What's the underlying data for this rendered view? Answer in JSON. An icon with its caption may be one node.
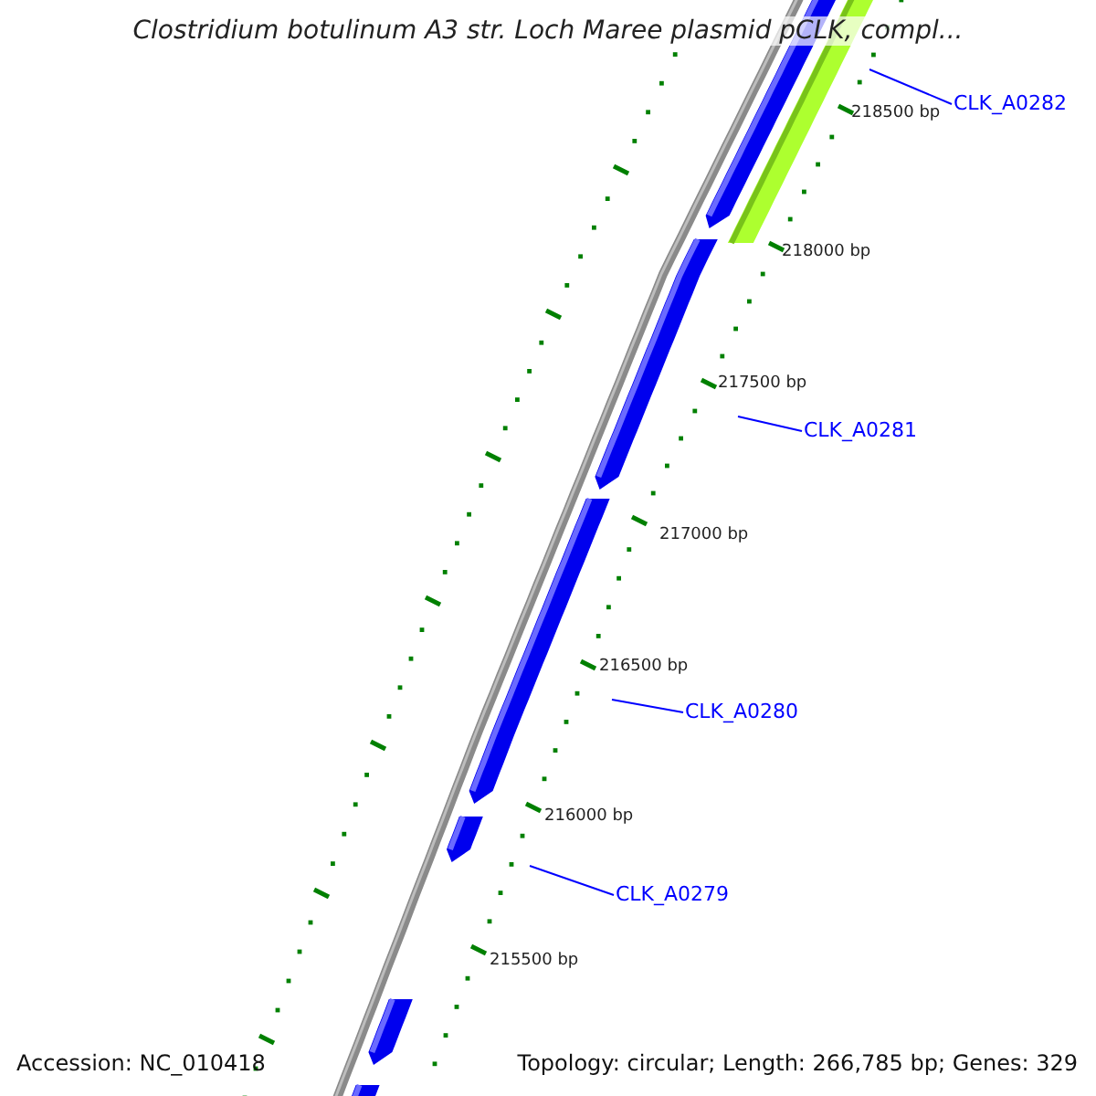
{
  "diagram": {
    "title": "Clostridium botulinum A3 str. Loch Maree plasmid pCLK, compl...",
    "nodes": [
      {
        "text": [
          "CLK_A0282"
        ]
      },
      {
        "text": [
          "CLK_A0281"
        ]
      },
      {
        "text": [
          "CLK_A0280"
        ]
      },
      {
        "text": [
          "CLK_A0279"
        ]
      }
    ],
    "edges": [
      {
        "from": 0,
        "to": null,
        "arrow": "none"
      },
      {
        "from": 1,
        "to": null,
        "arrow": "none"
      },
      {
        "from": 2,
        "to": null,
        "arrow": "none"
      },
      {
        "from": 3,
        "to": null,
        "arrow": "none"
      }
    ],
    "labels": [
      "218500 bp",
      "218000 bp",
      "217500 bp",
      "217000 bp",
      "216500 bp",
      "216000 bp",
      "215500 bp",
      "Accession: NC_010418",
      "Topology: circular; Length: 266,785 bp; Genes: 329"
    ]
  }
}
